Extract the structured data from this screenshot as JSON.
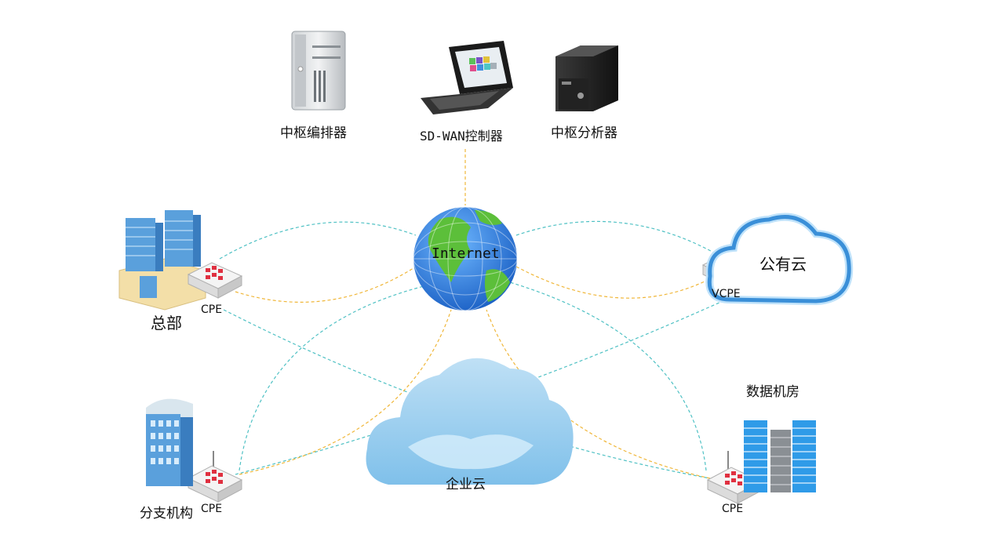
{
  "labels": {
    "orchestrator": "中枢编排器",
    "controller": "SD-WAN控制器",
    "analyzer": "中枢分析器",
    "internet": "Internet",
    "hq": "总部",
    "hq_cpe": "CPE",
    "public_cloud": "公有云",
    "vcpe": "VCPE",
    "enterprise_cloud": "企业云",
    "branch": "分支机构",
    "branch_cpe": "CPE",
    "datacenter": "数据机房",
    "dc_cpe": "CPE"
  },
  "colors": {
    "link_orange": "#f0b73a",
    "link_teal": "#4fc1c4",
    "cpe_red": "#e03040",
    "cloud_blue": "#3a8fd8",
    "globe_ocean": "#2a7fe0",
    "globe_land": "#5cbf3a"
  }
}
